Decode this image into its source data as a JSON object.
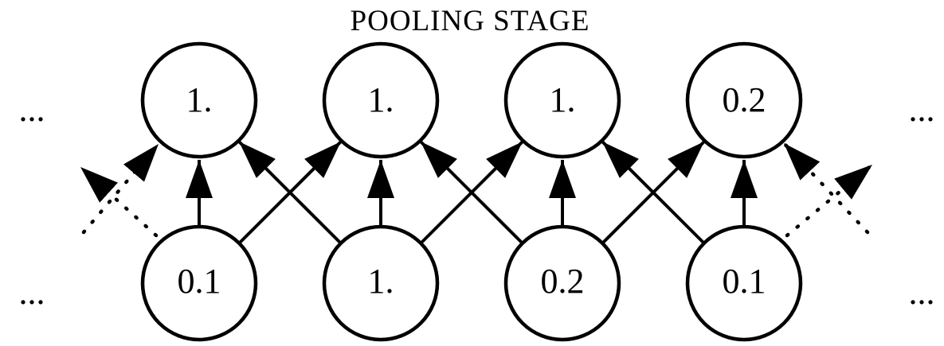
{
  "title": "POOLING STAGE",
  "colors": {
    "ink": "#000000",
    "background": "#ffffff"
  },
  "nodes": {
    "top": [
      {
        "value": "1."
      },
      {
        "value": "1."
      },
      {
        "value": "1."
      },
      {
        "value": "0.2"
      }
    ],
    "bottom": [
      {
        "value": "0.1"
      },
      {
        "value": "1."
      },
      {
        "value": "0.2"
      },
      {
        "value": "0.1"
      }
    ]
  },
  "ellipsis": {
    "top_left": "...",
    "top_right": "...",
    "bottom_left": "...",
    "bottom_right": "..."
  },
  "edges": {
    "solid_vertical": [
      "bottom0->top0",
      "bottom1->top1",
      "bottom2->top2",
      "bottom3->top3"
    ],
    "solid_diagonal": [
      "bottom0->top1",
      "bottom1->top0",
      "bottom1->top2",
      "bottom2->top1",
      "bottom2->top3",
      "bottom3->top2"
    ],
    "dashed_offscreen": [
      "bottom0->offscreen-top-left",
      "offscreen-bottom-left->top0",
      "bottom3->offscreen-top-right",
      "offscreen-bottom-right->top3"
    ]
  }
}
